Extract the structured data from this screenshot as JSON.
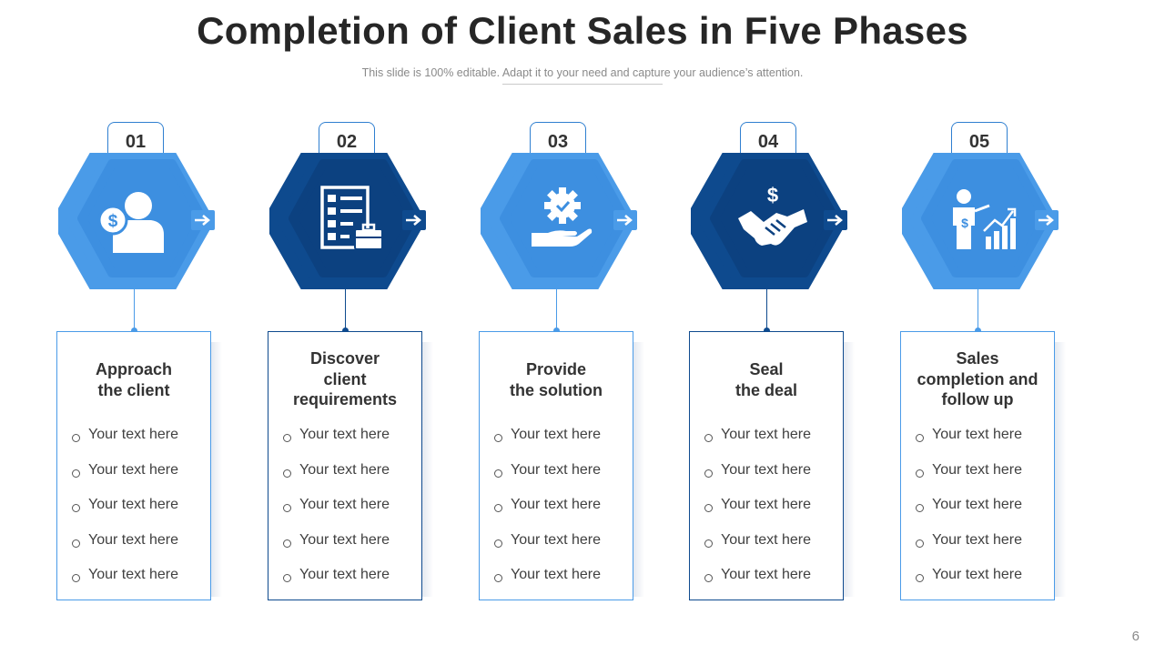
{
  "slide": {
    "title": "Completion of Client Sales in Five Phases",
    "subtitle": "This slide is 100% editable. Adapt it to your need and capture your audience’s attention.",
    "page_number": "6"
  },
  "colors": {
    "light": "#4a9be8",
    "light_inner": "#3d8fe0",
    "dark": "#0e4a8e",
    "dark_inner": "#0c4180"
  },
  "phases": [
    {
      "number": "01",
      "title_lines": [
        "Approach",
        "the client"
      ],
      "icon": "dollar-person-icon",
      "tone": "light",
      "bullets": [
        "Your text here",
        "Your text here",
        "Your text here",
        "Your text here",
        "Your text here"
      ]
    },
    {
      "number": "02",
      "title_lines": [
        "Discover",
        "client",
        "requirements"
      ],
      "icon": "checklist-briefcase-icon",
      "tone": "dark",
      "bullets": [
        "Your text here",
        "Your text here",
        "Your text here",
        "Your text here",
        "Your text here"
      ]
    },
    {
      "number": "03",
      "title_lines": [
        "Provide",
        "the solution"
      ],
      "icon": "gear-hand-icon",
      "tone": "light",
      "bullets": [
        "Your text here",
        "Your text here",
        "Your text here",
        "Your text here",
        "Your text here"
      ]
    },
    {
      "number": "04",
      "title_lines": [
        "Seal",
        "the deal"
      ],
      "icon": "handshake-dollar-icon",
      "tone": "dark",
      "bullets": [
        "Your text here",
        "Your text here",
        "Your text here",
        "Your text here",
        "Your text here"
      ]
    },
    {
      "number": "05",
      "title_lines": [
        "Sales",
        "completion and",
        "follow up"
      ],
      "icon": "presenter-growth-chart-icon",
      "tone": "light",
      "bullets": [
        "Your text here",
        "Your text here",
        "Your text here",
        "Your text here",
        "Your text here"
      ]
    }
  ]
}
